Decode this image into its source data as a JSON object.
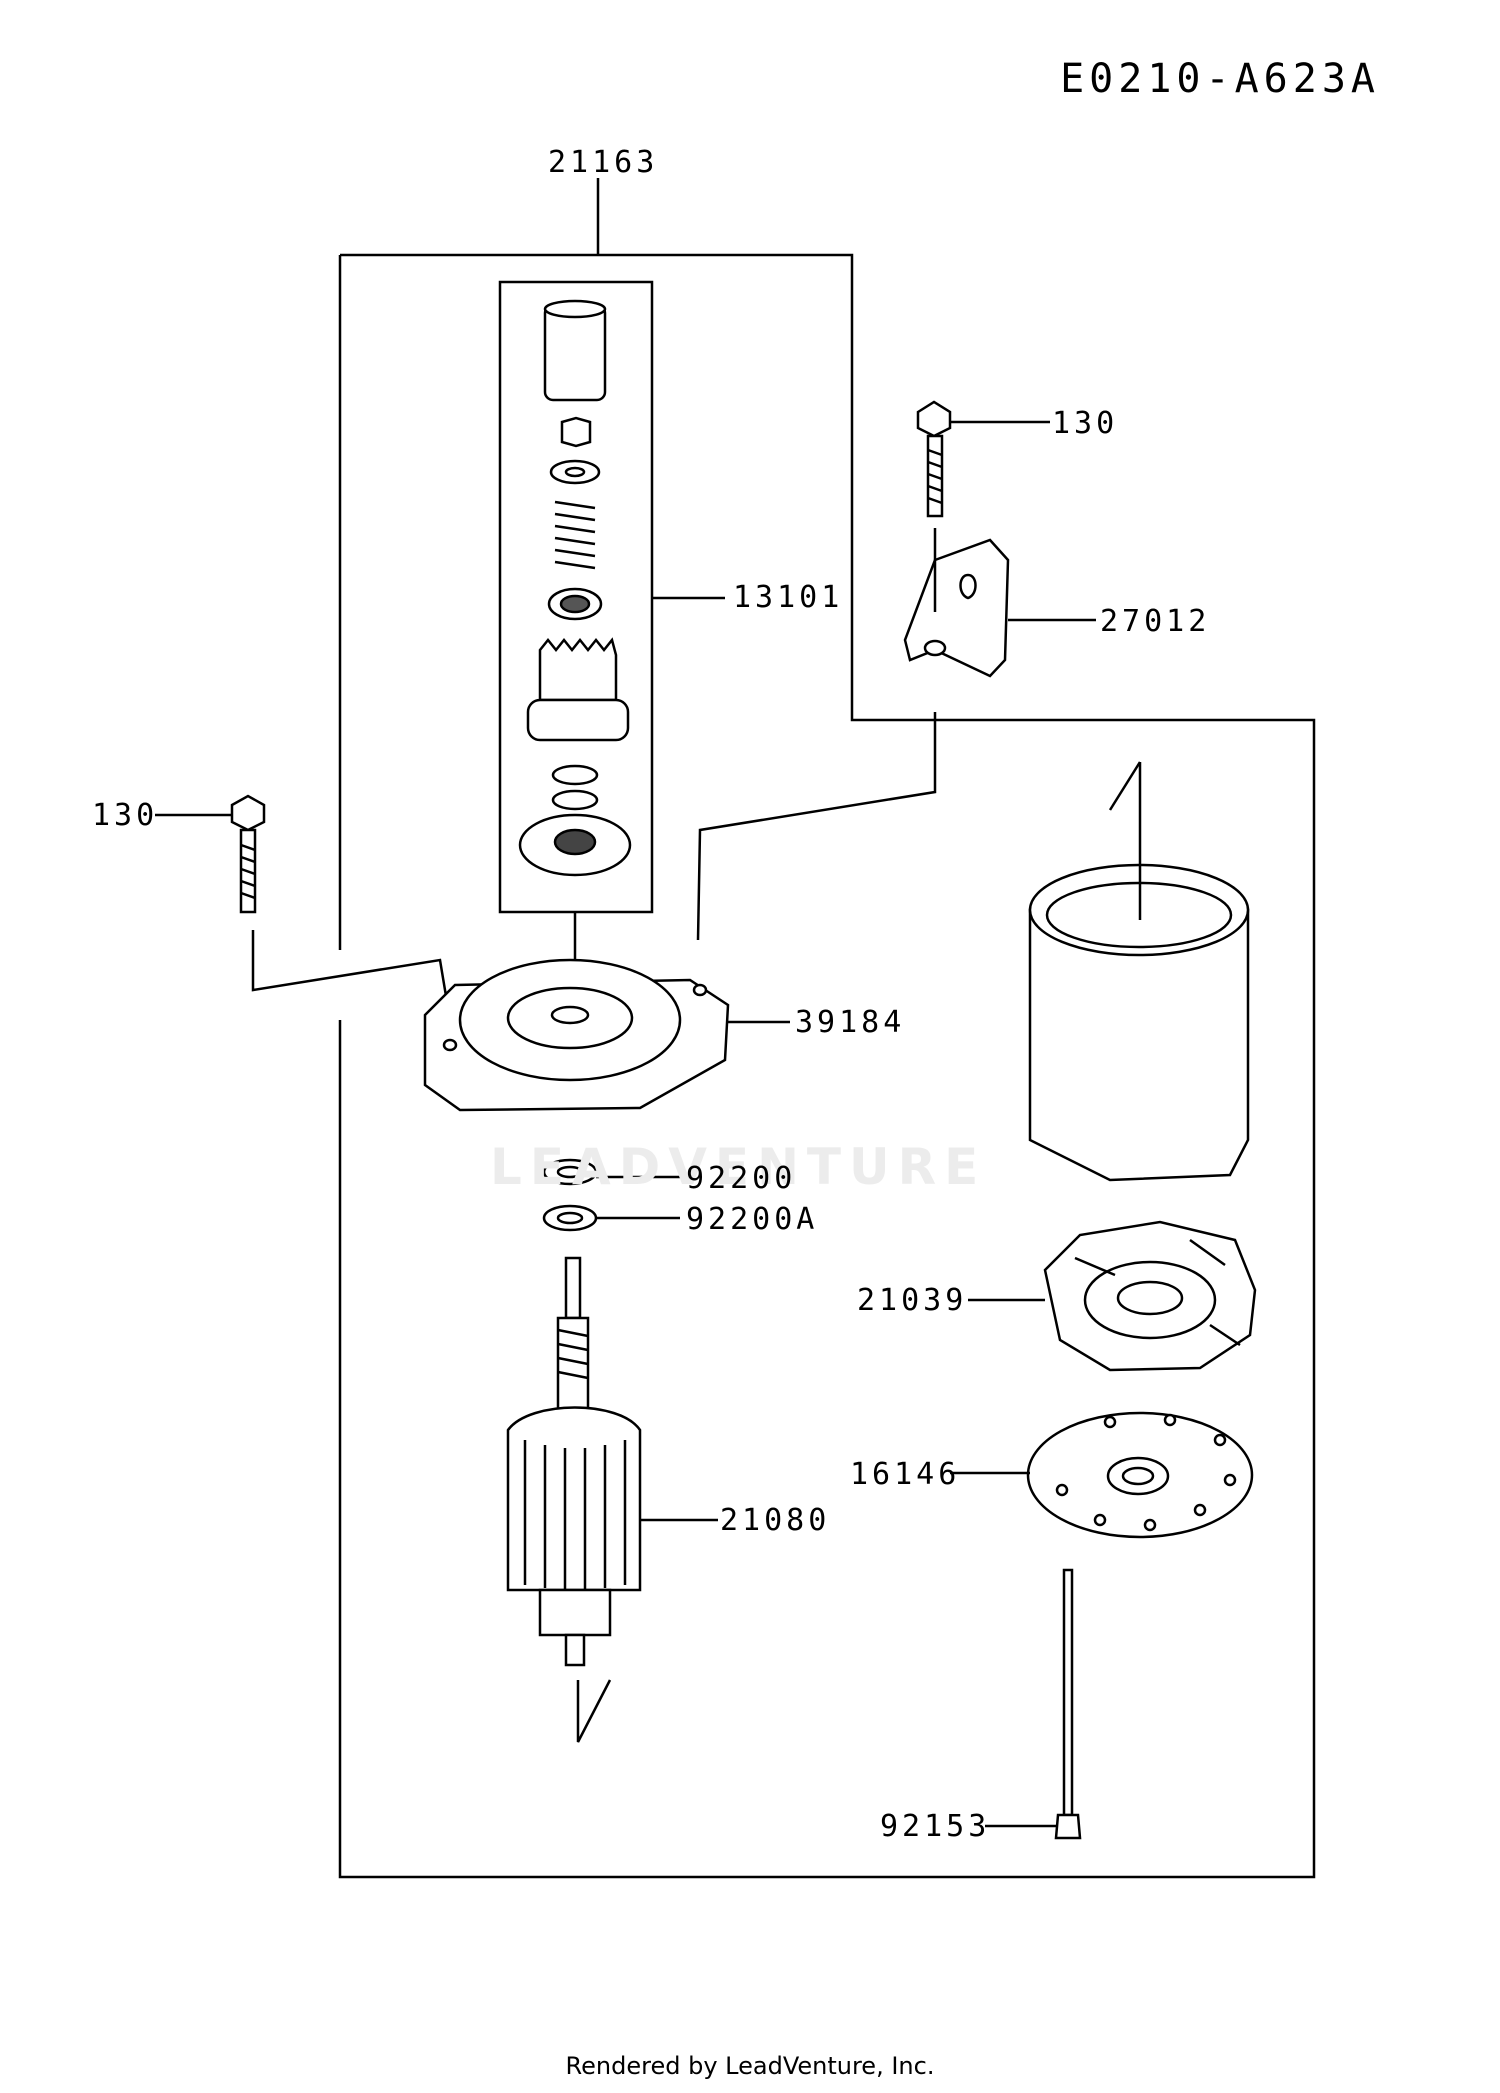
{
  "document_id": "E0210-A623A",
  "watermark": "LEADVENTURE",
  "footer": "Rendered by LeadVenture, Inc.",
  "callouts": {
    "starter_assy": "21163",
    "pinion_set": "13101",
    "bolt_top": "130",
    "bracket": "27012",
    "bolt_left": "130",
    "front_cover": "39184",
    "washer": "92200",
    "washer_a": "92200A",
    "brush_holder": "21039",
    "rear_cover": "16146",
    "armature": "21080",
    "through_bolt": "92153"
  }
}
